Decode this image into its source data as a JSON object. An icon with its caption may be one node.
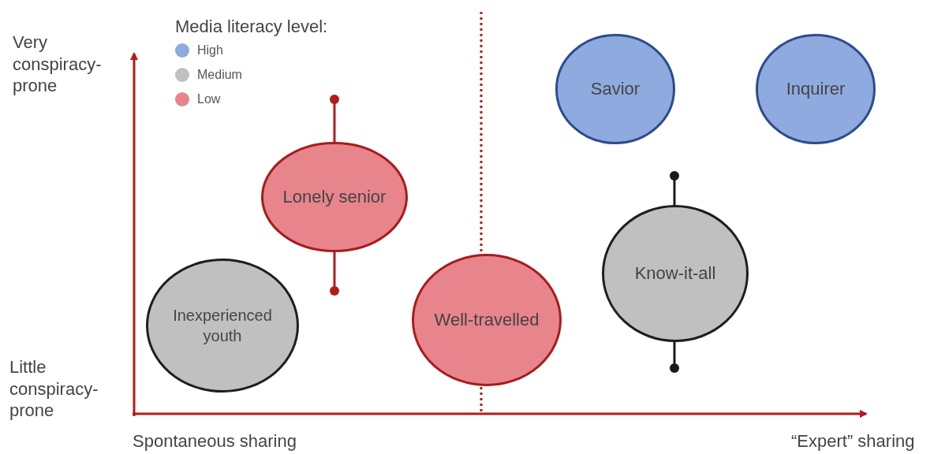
{
  "diagram": {
    "nodes": [
      {
        "text": [
          "Savior"
        ]
      },
      {
        "text": [
          "Inquirer"
        ]
      },
      {
        "text": [
          "Lonely senior"
        ]
      },
      {
        "text": [
          "Know-it-all"
        ]
      },
      {
        "text": [
          "Inexperienced youth"
        ]
      },
      {
        "text": [
          "Well-travelled"
        ]
      }
    ],
    "labels": [
      "Very conspiracy-prone",
      "Media literacy level:",
      "Little conspiracy-prone",
      "Spontaneous sharing",
      "“Expert” sharing"
    ],
    "legend": [
      {
        "text": "High",
        "color": "#8eaadf"
      },
      {
        "text": "Medium",
        "color": "#c0c0c0"
      },
      {
        "text": "Low",
        "color": "#e8848c"
      }
    ]
  }
}
